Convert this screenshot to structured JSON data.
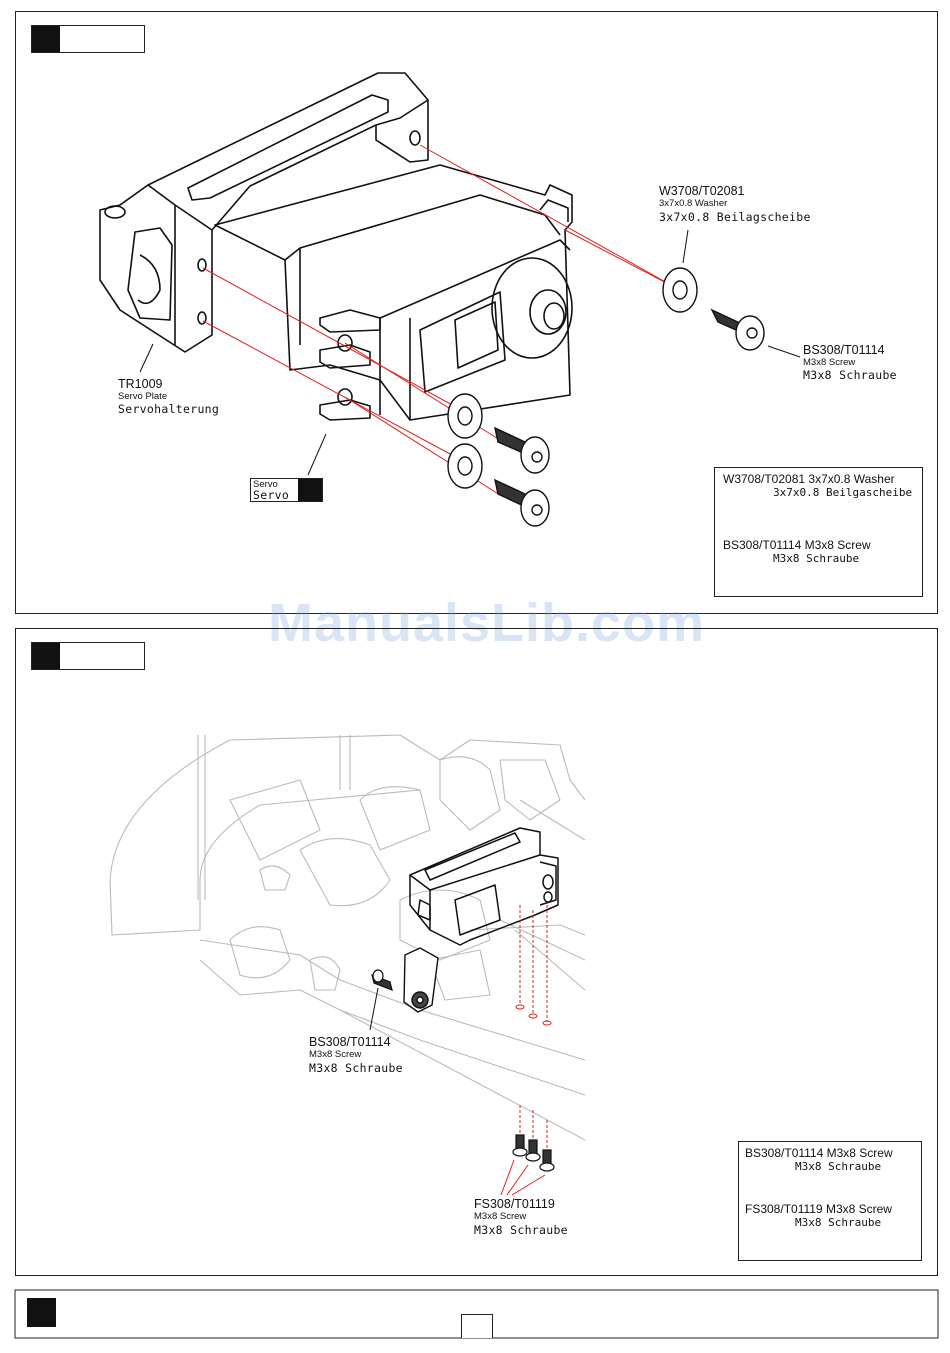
{
  "watermark": "ManualsLib.com",
  "step1": {
    "servo_plate": {
      "part_no": "TR1009",
      "en": "Servo Plate",
      "de": "Servohalterung"
    },
    "servo": {
      "en": "Servo",
      "de": "Servo"
    },
    "washer": {
      "part_no": "W3708/T02081",
      "en": "3x7x0.8 Washer",
      "de": "3x7x0.8 Beilagscheibe"
    },
    "screw": {
      "part_no": "BS308/T01114",
      "en": "M3x8 Screw",
      "de": "M3x8 Schraube"
    },
    "legend": [
      {
        "title": "W3708/T02081 3x7x0.8 Washer",
        "de": "3x7x0.8 Beilgascheibe",
        "icon": "washer-icon"
      },
      {
        "title": "BS308/T01114 M3x8 Screw",
        "de": "M3x8 Schraube",
        "icon": "button-head-screw-icon"
      }
    ]
  },
  "step2": {
    "screw_bs": {
      "part_no": "BS308/T01114",
      "en": "M3x8 Screw",
      "de": "M3x8 Schraube"
    },
    "screw_fs": {
      "part_no": "FS308/T01119",
      "en": "M3x8 Screw",
      "de": "M3x8 Schraube"
    },
    "legend": [
      {
        "title": "BS308/T01114 M3x8 Screw",
        "de": "M3x8 Schraube",
        "icon": "button-head-screw-icon"
      },
      {
        "title": "FS308/T01119 M3x8 Screw",
        "de": "M3x8 Schraube",
        "icon": "flat-head-screw-icon"
      }
    ]
  }
}
